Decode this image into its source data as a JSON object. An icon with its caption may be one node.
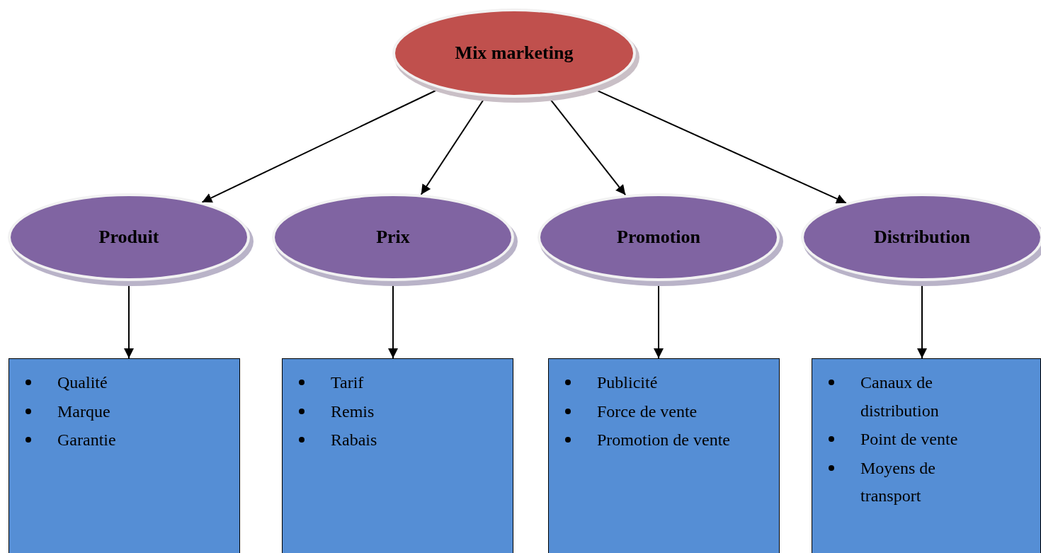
{
  "diagram": {
    "nodes": [
      {
        "text": [
          "Mix marketing"
        ]
      },
      {
        "text": [
          "Produit"
        ]
      },
      {
        "text": [
          "Prix"
        ]
      },
      {
        "text": [
          "Promotion"
        ]
      },
      {
        "text": [
          "Distribution"
        ]
      },
      {
        "text": [
          "Qualité",
          "Marque",
          "Garantie"
        ]
      },
      {
        "text": [
          "Tarif",
          "Remis",
          "Rabais"
        ]
      },
      {
        "text": [
          "Publicité",
          "Force de vente",
          "Promotion de vente"
        ]
      },
      {
        "text": [
          "Canaux de distribution",
          "Point de vente",
          "Moyens de transport"
        ]
      }
    ],
    "edges": [
      {
        "from": 0,
        "to": 1,
        "arrow": "to"
      },
      {
        "from": 0,
        "to": 2,
        "arrow": "to"
      },
      {
        "from": 0,
        "to": 3,
        "arrow": "to"
      },
      {
        "from": 0,
        "to": 4,
        "arrow": "to"
      },
      {
        "from": 1,
        "to": 5,
        "arrow": "to"
      },
      {
        "from": 2,
        "to": 6,
        "arrow": "to"
      },
      {
        "from": 3,
        "to": 7,
        "arrow": "to"
      },
      {
        "from": 4,
        "to": 8,
        "arrow": "to"
      }
    ]
  }
}
